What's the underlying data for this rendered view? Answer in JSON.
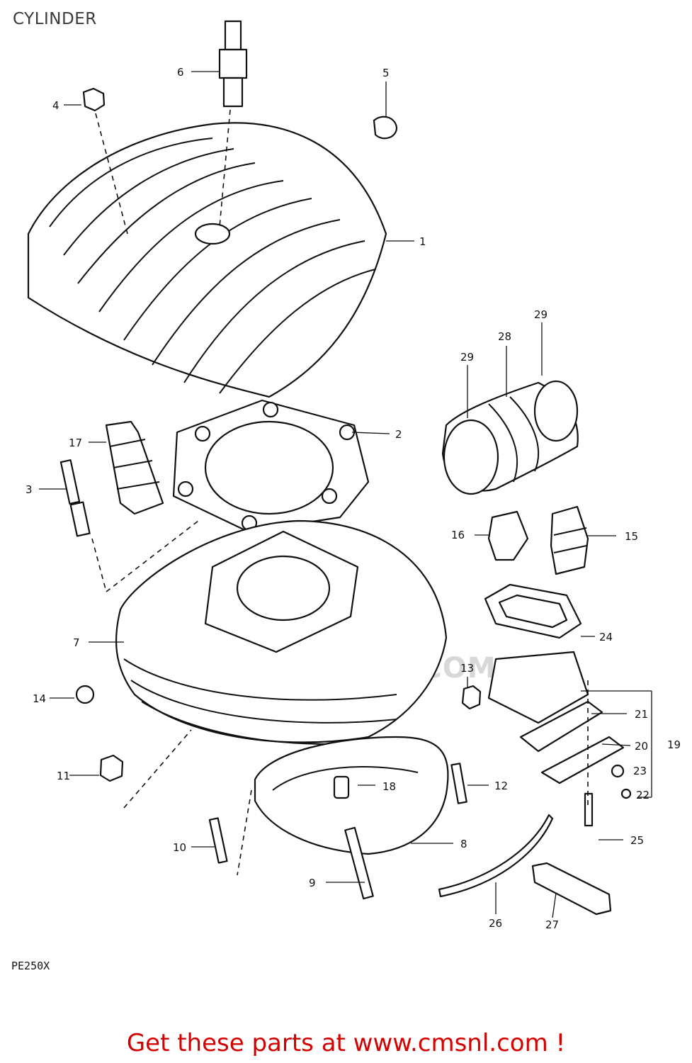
{
  "title": "CYLINDER",
  "model": "PE250X",
  "watermark": "WWW.CMSNL.COM",
  "footer": "Get these parts at www.cmsnl.com !",
  "colors": {
    "footer": "#d40000",
    "lines": "#111111",
    "watermark": "#d8d8d8"
  },
  "callouts": [
    "1",
    "2",
    "3",
    "4",
    "5",
    "6",
    "7",
    "8",
    "9",
    "10",
    "11",
    "12",
    "13",
    "14",
    "15",
    "16",
    "17",
    "18",
    "19",
    "20",
    "21",
    "22",
    "23",
    "24",
    "25",
    "26",
    "27",
    "28",
    "29",
    "29"
  ]
}
